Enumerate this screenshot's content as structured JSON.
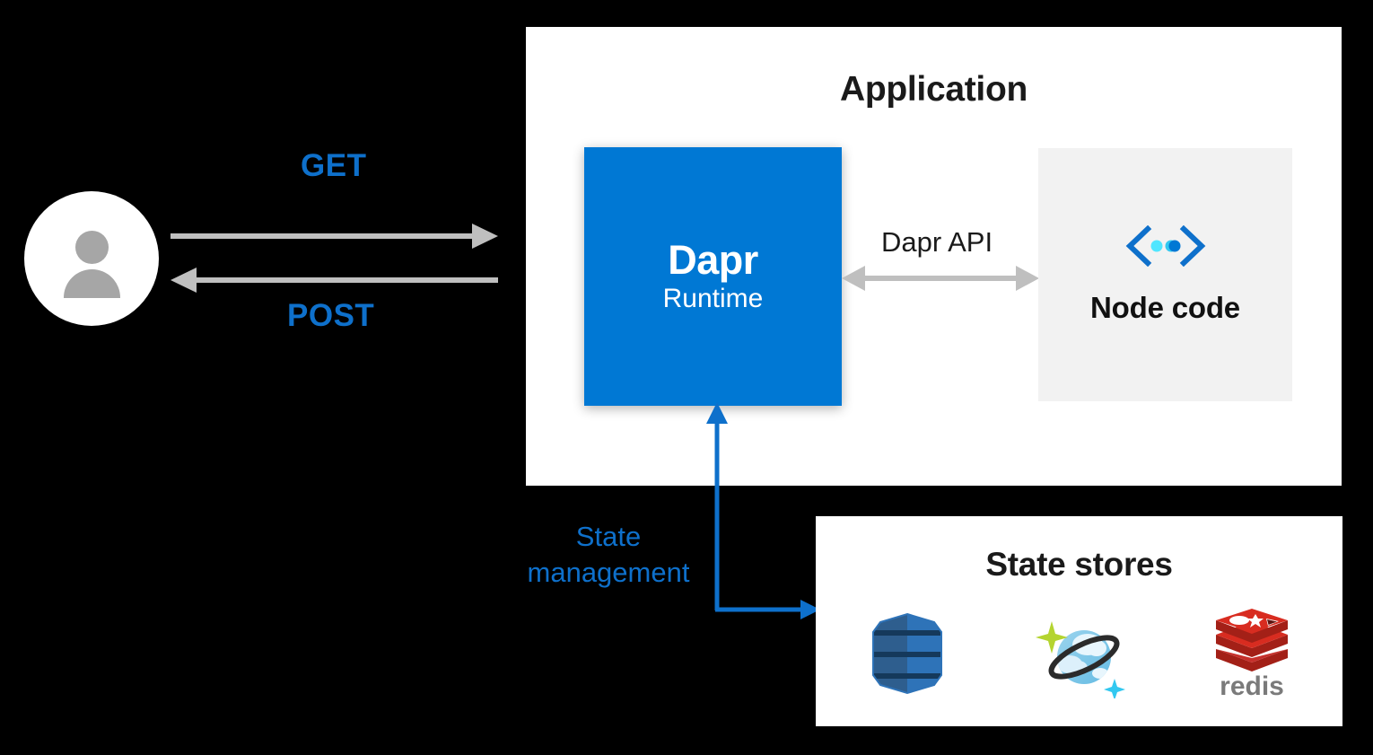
{
  "diagram": {
    "title": "Dapr state management architecture",
    "background_color": "#000000"
  },
  "actor": {
    "name": "user",
    "icon": "person-icon"
  },
  "http_arrows": [
    {
      "label": "GET",
      "direction": "right",
      "color": "#0E70CB",
      "line_color": "#BFBFBF"
    },
    {
      "label": "POST",
      "direction": "left",
      "color": "#0E70CB",
      "line_color": "#BFBFBF"
    }
  ],
  "application": {
    "title": "Application",
    "background": "#FFFFFF",
    "dapr": {
      "title": "Dapr",
      "subtitle": "Runtime",
      "color": "#0078D4",
      "text_color": "#FFFFFF"
    },
    "api_arrow": {
      "label": "Dapr API",
      "direction": "bidirectional",
      "color": "#BFBFBF"
    },
    "node": {
      "label": "Node code",
      "icon": "code-brackets-icon",
      "background": "#F2F2F2",
      "icon_colors": [
        "#0E70CB",
        "#50E6FF",
        "#50E6FF",
        "#0078D4"
      ]
    }
  },
  "state_connection": {
    "label_line1": "State",
    "label_line2": "management",
    "color": "#0E70CB",
    "direction": "bidirectional"
  },
  "state_stores": {
    "title": "State stores",
    "background": "#FFFFFF",
    "items": [
      {
        "name": "dynamodb",
        "icon": "dynamodb-icon",
        "label": "",
        "color": "#2E73B8"
      },
      {
        "name": "cosmosdb",
        "icon": "cosmosdb-icon",
        "label": "",
        "color": "#7FC4E8"
      },
      {
        "name": "redis",
        "icon": "redis-icon",
        "label": "redis",
        "color": "#D82C20"
      }
    ]
  }
}
